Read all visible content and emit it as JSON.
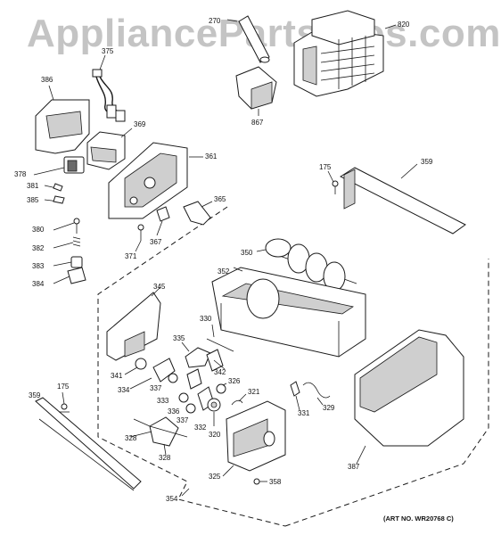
{
  "watermark": "AppliancePartsPros.com",
  "art_number": "(ART NO. WR20768 C)",
  "callouts": {
    "p270": "270",
    "p820": "820",
    "p867": "867",
    "p375": "375",
    "p386": "386",
    "p369": "369",
    "p378": "378",
    "p381": "381",
    "p385": "385",
    "p361": "361",
    "p365": "365",
    "p380": "380",
    "p382": "382",
    "p383": "383",
    "p384": "384",
    "p371": "371",
    "p367": "367",
    "p175a": "175",
    "p359a": "359",
    "p350": "350",
    "p352": "352",
    "p345": "345",
    "p330": "330",
    "p335": "335",
    "p341": "341",
    "p334": "334",
    "p337a": "337",
    "p333": "333",
    "p342": "342",
    "p326": "326",
    "p321": "321",
    "p336": "336",
    "p337b": "337",
    "p332": "332",
    "p320": "320",
    "p331": "331",
    "p329": "329",
    "p175b": "175",
    "p359b": "359",
    "p328a": "328",
    "p328b": "328",
    "p387": "387",
    "p325": "325",
    "p358": "358",
    "p354": "354"
  }
}
